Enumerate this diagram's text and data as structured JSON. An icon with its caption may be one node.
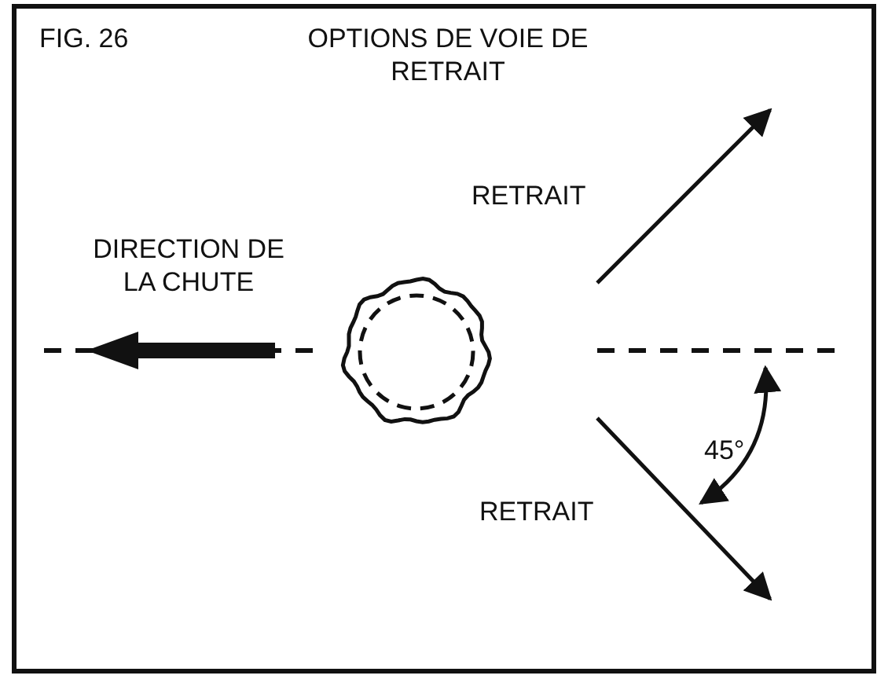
{
  "diagram": {
    "title": "OPTIONS DE VOIE DE RETRAIT",
    "labels": [
      "FIG. 26",
      "RETRAIT",
      "DIRECTION DE LA CHUTE",
      "45°",
      "RETRAIT"
    ]
  }
}
